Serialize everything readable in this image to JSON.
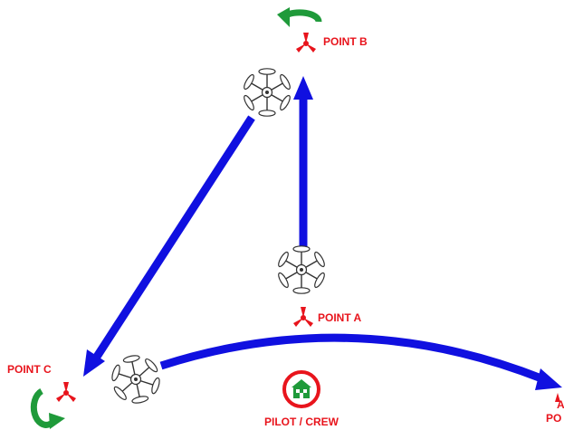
{
  "labels": {
    "point_a": "POINT A",
    "point_b": "POINT B",
    "point_c": "POINT C",
    "point_d_top": "A",
    "point_d_bottom": "PO",
    "pilot": "PILOT / CREW"
  },
  "icons": {
    "waypoint": "tripod-marker-icon",
    "drone": "hexacopter-drone-icon",
    "rotation": "rotation-arrow-icon",
    "pilot": "home-icon"
  },
  "colors": {
    "route": "#1010e0",
    "waypoint": "#e8141c",
    "label": "#e8141c",
    "rotation": "#1f9a3a",
    "pilot_icon": "#1f9a3a",
    "pilot_ring": "#e8141c"
  }
}
